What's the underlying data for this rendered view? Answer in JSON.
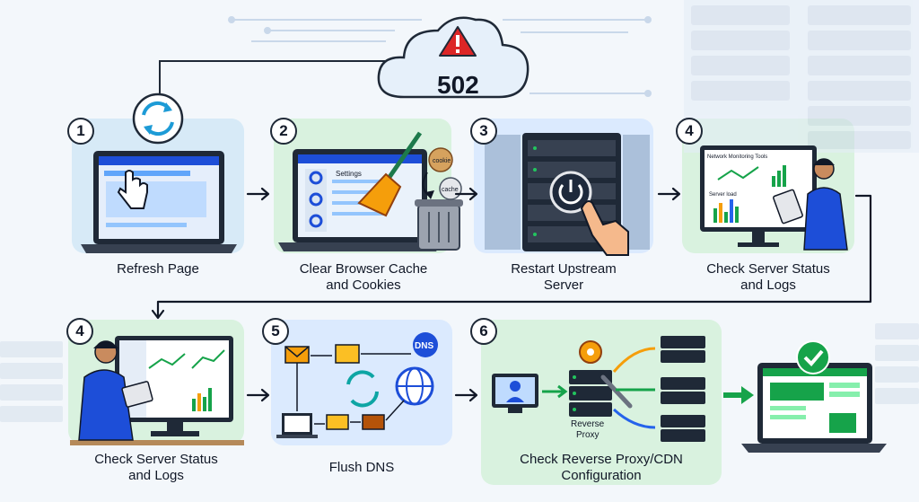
{
  "error_code": "502",
  "steps": [
    {
      "number": "1",
      "label_line1": "Refresh Page",
      "label_line2": ""
    },
    {
      "number": "2",
      "label_line1": "Clear Browser Cache",
      "label_line2": "and Cookies"
    },
    {
      "number": "3",
      "label_line1": "Restart Upstream",
      "label_line2": "Server"
    },
    {
      "number": "4",
      "label_line1": "Check Server Status",
      "label_line2": "and Logs"
    },
    {
      "number": "4",
      "label_line1": "Check Server Status",
      "label_line2": "and Logs"
    },
    {
      "number": "5",
      "label_line1": "Flush DNS",
      "label_line2": ""
    },
    {
      "number": "6",
      "label_line1": "Check Reverse Proxy/CDN",
      "label_line2": "Configuration"
    }
  ],
  "screen_texts": {
    "settings": "Settings",
    "cookie": "cookie",
    "cache": "cache",
    "monitoring_title": "Network Monitoring Tools",
    "server_load": "Server load",
    "dns": "DNS",
    "reverse_proxy_line1": "Reverse",
    "reverse_proxy_line2": "Proxy"
  },
  "colors": {
    "accent_blue": "#2563eb",
    "card_blue": "#dbeafe",
    "card_green": "#d9f2df",
    "error_red": "#dc2626",
    "success_green": "#16a34a"
  }
}
